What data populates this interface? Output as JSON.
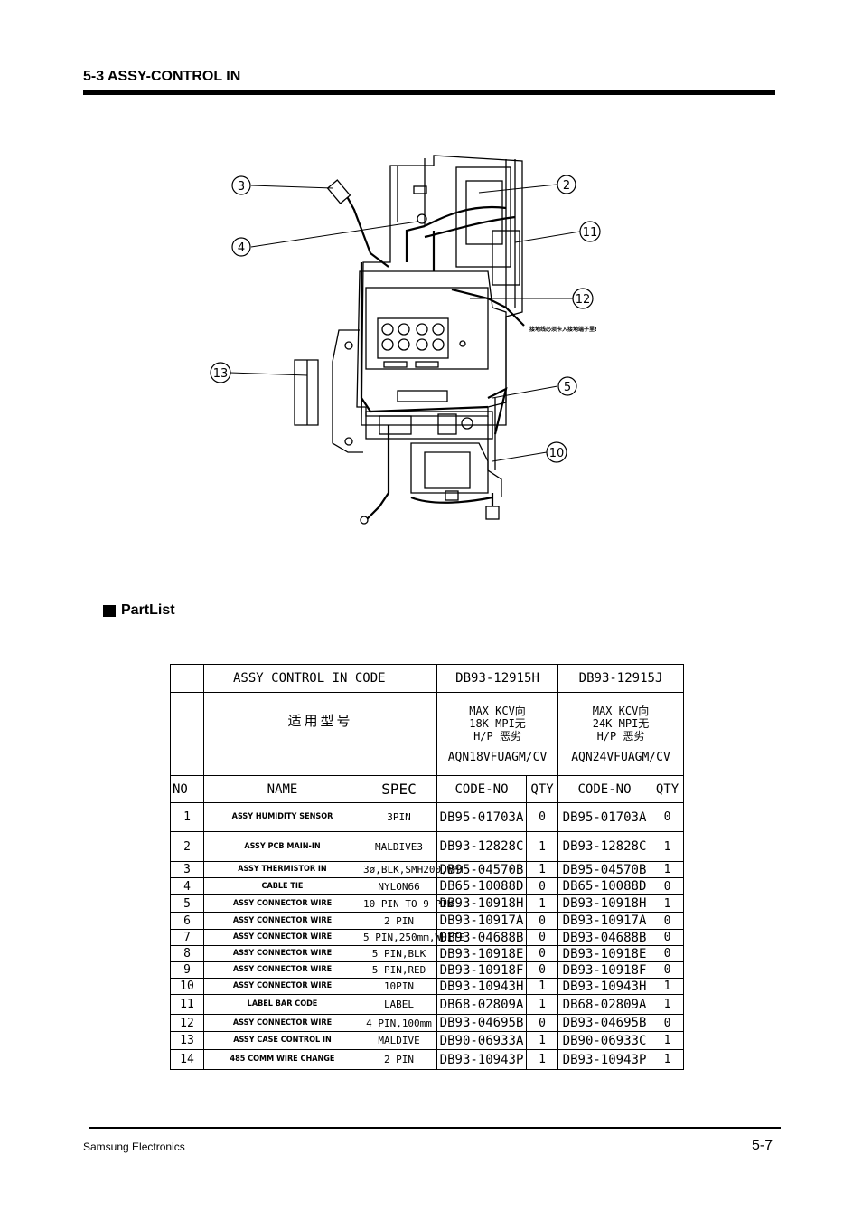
{
  "section_title": "5-3 ASSY-CONTROL IN",
  "partlist_title": "PartList",
  "diagram": {
    "callouts": [
      "3",
      "4",
      "13",
      "2",
      "11",
      "12",
      "5",
      "10"
    ],
    "note_text": "接地线必须卡入接地端子里!"
  },
  "table": {
    "assy_code_label": "ASSY CONTROL IN CODE",
    "model_label": "适用型号",
    "columns": [
      {
        "code": "DB93-12915H",
        "line1": "MAX KCV向",
        "line2": "18K  MPI无",
        "line3": "H/P  恶劣",
        "model": "AQN18VFUAGM/CV"
      },
      {
        "code": "DB93-12915J",
        "line1": "MAX KCV向",
        "line2": "24K  MPI无",
        "line3": "H/P  恶劣",
        "model": "AQN24VFUAGM/CV"
      }
    ],
    "headers": {
      "no": "NO",
      "name": "NAME",
      "spec": "SPEC",
      "code_no": "CODE-NO",
      "qty": "QTY"
    },
    "rows": [
      {
        "no": "1",
        "name": "ASSY HUMIDITY SENSOR",
        "spec": "3PIN",
        "code1": "DB95-01703A",
        "qty1": "0",
        "code2": "DB95-01703A",
        "qty2": "0"
      },
      {
        "no": "2",
        "name": "ASSY PCB MAIN-IN",
        "spec": "MALDIVE3",
        "code1": "DB93-12828C",
        "qty1": "1",
        "code2": "DB93-12828C",
        "qty2": "1"
      },
      {
        "no": "3",
        "name": "ASSY THERMISTOR IN",
        "spec": "3ø,BLK,SMH200,WHT",
        "code1": "DB95-04570B",
        "qty1": "1",
        "code2": "DB95-04570B",
        "qty2": "1"
      },
      {
        "no": "4",
        "name": "CABLE TIE",
        "spec": "NYLON66",
        "code1": "DB65-10088D",
        "qty1": "0",
        "code2": "DB65-10088D",
        "qty2": "0"
      },
      {
        "no": "5",
        "name": "ASSY CONNECTOR WIRE",
        "spec": "10 PIN TO 9 PIN",
        "code1": "DB93-10918H",
        "qty1": "1",
        "code2": "DB93-10918H",
        "qty2": "1"
      },
      {
        "no": "6",
        "name": "ASSY CONNECTOR WIRE",
        "spec": "2 PIN",
        "code1": "DB93-10917A",
        "qty1": "0",
        "code2": "DB93-10917A",
        "qty2": "0"
      },
      {
        "no": "7",
        "name": "ASSY CONNECTOR WIRE",
        "spec": "5 PIN,250mm,WHITE",
        "code1": "DB93-04688B",
        "qty1": "0",
        "code2": "DB93-04688B",
        "qty2": "0"
      },
      {
        "no": "8",
        "name": "ASSY CONNECTOR WIRE",
        "spec": "5 PIN,BLK",
        "code1": "DB93-10918E",
        "qty1": "0",
        "code2": "DB93-10918E",
        "qty2": "0"
      },
      {
        "no": "9",
        "name": "ASSY CONNECTOR WIRE",
        "spec": "5 PIN,RED",
        "code1": "DB93-10918F",
        "qty1": "0",
        "code2": "DB93-10918F",
        "qty2": "0"
      },
      {
        "no": "10",
        "name": "ASSY CONNECTOR WIRE",
        "spec": "10PIN",
        "code1": "DB93-10943H",
        "qty1": "1",
        "code2": "DB93-10943H",
        "qty2": "1"
      },
      {
        "no": "11",
        "name": "LABEL BAR CODE",
        "spec": "LABEL",
        "code1": "DB68-02809A",
        "qty1": "1",
        "code2": "DB68-02809A",
        "qty2": "1"
      },
      {
        "no": "12",
        "name": "ASSY CONNECTOR WIRE",
        "spec": "4 PIN,100mm",
        "code1": "DB93-04695B",
        "qty1": "0",
        "code2": "DB93-04695B",
        "qty2": "0"
      },
      {
        "no": "13",
        "name": "ASSY CASE CONTROL IN",
        "spec": "MALDIVE",
        "code1": "DB90-06933A",
        "qty1": "1",
        "code2": "DB90-06933C",
        "qty2": "1"
      },
      {
        "no": "14",
        "name": "485 COMM WIRE CHANGE",
        "spec": "2 PIN",
        "code1": "DB93-10943P",
        "qty1": "1",
        "code2": "DB93-10943P",
        "qty2": "1"
      }
    ]
  },
  "footer": {
    "left": "Samsung Electronics",
    "right": "5-7"
  }
}
